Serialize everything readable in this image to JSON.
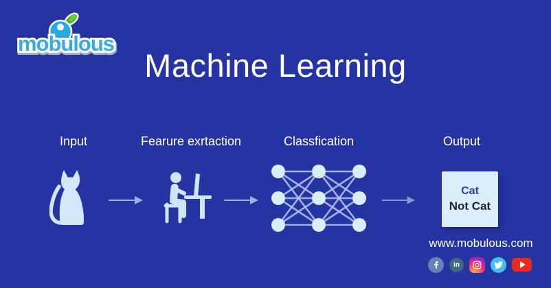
{
  "logo": {
    "text": "mobulous"
  },
  "title": "Machine Learning",
  "pipeline": {
    "stages": [
      {
        "label": "Input",
        "icon": "cat-icon"
      },
      {
        "label": "Fearure exrtaction",
        "icon": "person-at-desk-icon"
      },
      {
        "label": "Classfication",
        "icon": "neural-network-icon"
      },
      {
        "label": "Output",
        "icon": "output-box"
      }
    ],
    "output_box": {
      "line1": "Cat",
      "line2": "Not Cat"
    }
  },
  "network": {
    "columns": 3,
    "rows": 3,
    "fully_connected": true
  },
  "footer": {
    "website": "www.mobulous.com",
    "social": [
      "facebook",
      "linkedin",
      "instagram",
      "twitter",
      "youtube"
    ],
    "linkedin_glyph": "in"
  },
  "colors": {
    "background": "#2634a3",
    "icon_light_blue": "#d2e7f8",
    "network_line": "#b7c6f1",
    "arrow": "#9db0e3",
    "output_box_bg": "#daeefb",
    "output_cat_text": "#2b3c9e",
    "output_notcat_text": "#1f2030",
    "logo_blue": "#35ace4",
    "leaf_green": "#4db32a",
    "facebook": "#6781b6",
    "linkedin": "#41687f",
    "twitter": "#42bfee",
    "youtube": "#e62c22"
  }
}
